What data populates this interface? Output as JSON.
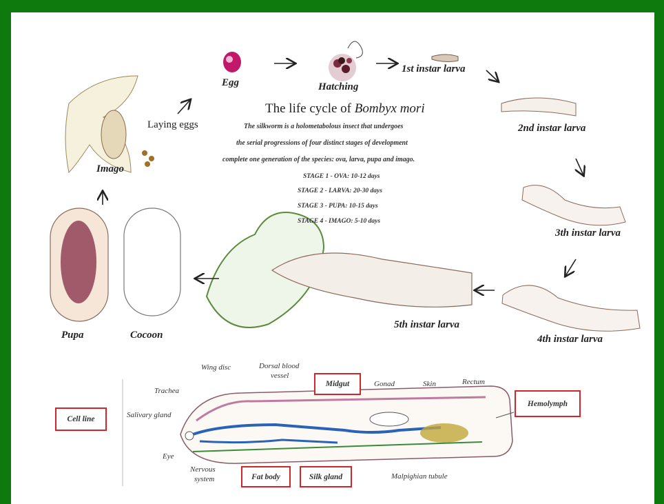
{
  "colors": {
    "border": "#0e7a0e",
    "highlight": "#d0262a"
  },
  "stages": {
    "egg": "Egg",
    "hatching": "Hatching",
    "larva1": "1st instar larva",
    "larva2": "2nd instar larva",
    "larva3": "3th instar larva",
    "larva4": "4th instar larva",
    "larva5": "5th instar larva",
    "cocoon": "Cocoon",
    "pupa": "Pupa",
    "imago": "Imago",
    "laying": "Laying eggs"
  },
  "title_prefix": "The life cycle of ",
  "title_species": "Bombyx mori",
  "description": [
    "The silkworm is a holometabolous insect that undergoes",
    "the serial progressions of four distinct stages of development",
    "complete one generation of the species: ova, larva, pupa and imago."
  ],
  "stage_durations": [
    "STAGE 1 - OVA:  10-12 days",
    "STAGE 2 - LARVA:  20-30 days",
    "STAGE 3 - PUPA:  10-15 days",
    "STAGE 4 - IMAGO:  5-10 days"
  ],
  "anatomy": {
    "wing_disc": "Wing disc",
    "dorsal1": "Dorsal blood",
    "dorsal2": "vessel",
    "trachea": "Trachea",
    "salivary": "Salivary gland",
    "gonad": "Gonad",
    "skin": "Skin",
    "rectum": "Rectum",
    "eye": "Eye",
    "nervous1": "Nervous",
    "nervous2": "system",
    "malpighian": "Malpighian tubule"
  },
  "highlighted": {
    "cell_line": "Cell line",
    "midgut": "Midgut",
    "hemolymph": "Hemolymph",
    "fat_body": "Fat body",
    "silk_gland": "Silk gland"
  }
}
